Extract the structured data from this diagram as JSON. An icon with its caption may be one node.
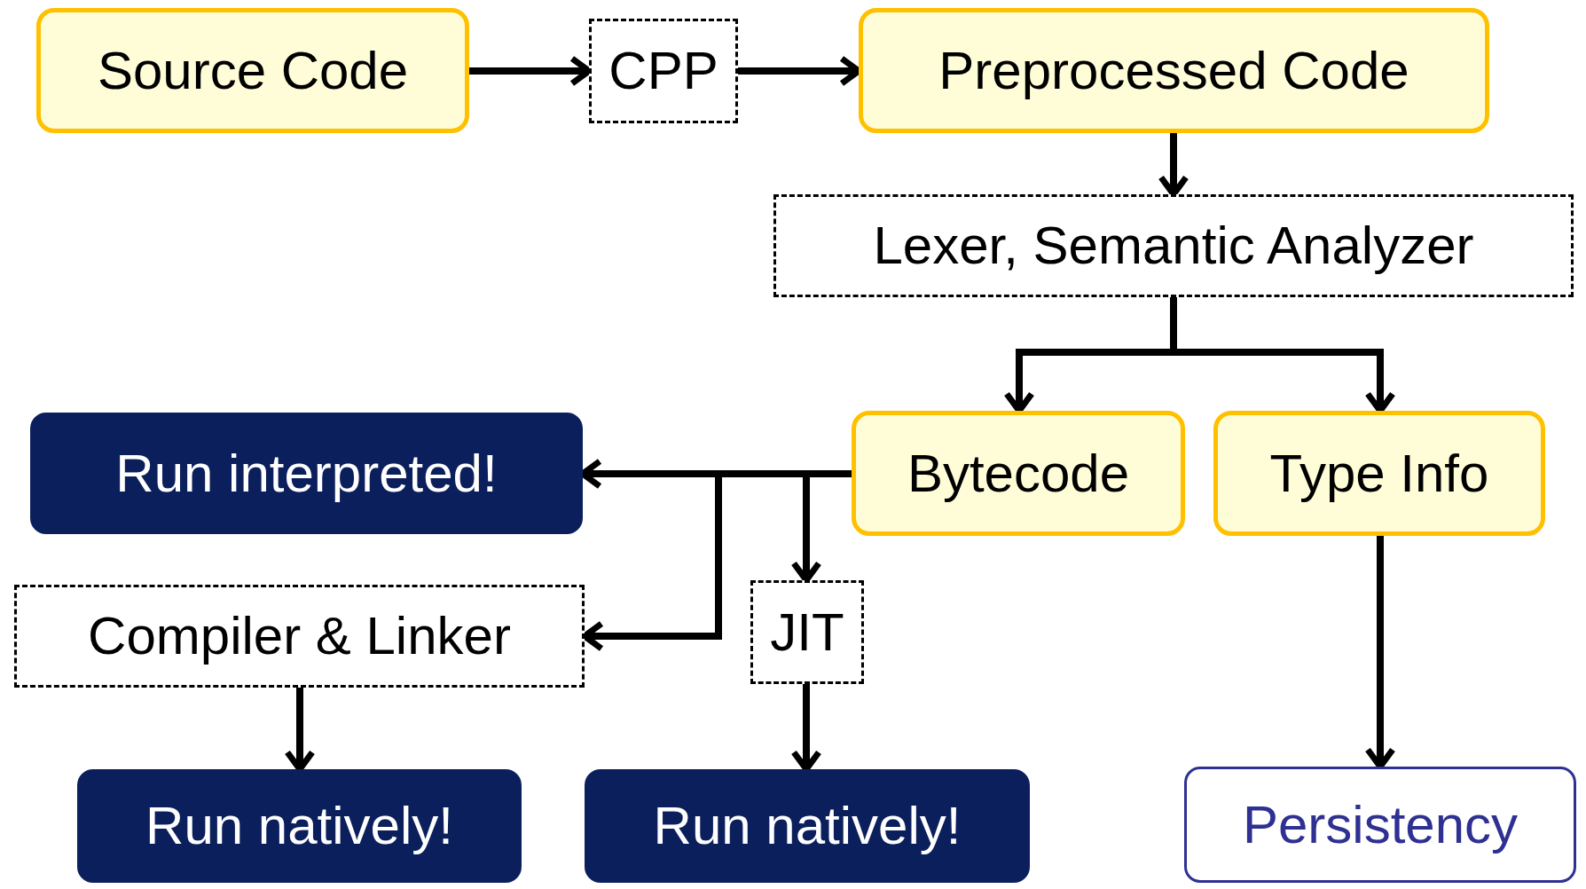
{
  "diagram": {
    "nodes": [
      {
        "text": [
          "Source Code"
        ]
      },
      {
        "text": [
          "CPP"
        ]
      },
      {
        "text": [
          "Preprocessed Code"
        ]
      },
      {
        "text": [
          "Lexer, Semantic Analyzer"
        ]
      },
      {
        "text": [
          "Bytecode"
        ]
      },
      {
        "text": [
          "Type Info"
        ]
      },
      {
        "text": [
          "Run interpreted!"
        ]
      },
      {
        "text": [
          "Compiler & Linker"
        ]
      },
      {
        "text": [
          "JIT"
        ]
      },
      {
        "text": [
          "Run natively!"
        ]
      },
      {
        "text": [
          "Run natively!"
        ]
      },
      {
        "text": [
          "Persistency"
        ]
      }
    ],
    "edges": [
      {
        "from": 0,
        "to": 1,
        "arrow": "to"
      },
      {
        "from": 1,
        "to": 2,
        "arrow": "to"
      },
      {
        "from": 2,
        "to": 3,
        "arrow": "to"
      },
      {
        "from": 3,
        "to": 4,
        "arrow": "to"
      },
      {
        "from": 3,
        "to": 5,
        "arrow": "to"
      },
      {
        "from": 4,
        "to": 6,
        "arrow": "to"
      },
      {
        "from": 4,
        "to": 7,
        "arrow": "to"
      },
      {
        "from": 4,
        "to": 8,
        "arrow": "to"
      },
      {
        "from": 7,
        "to": 9,
        "arrow": "to"
      },
      {
        "from": 8,
        "to": 10,
        "arrow": "to"
      },
      {
        "from": 5,
        "to": 11,
        "arrow": "to"
      }
    ]
  }
}
